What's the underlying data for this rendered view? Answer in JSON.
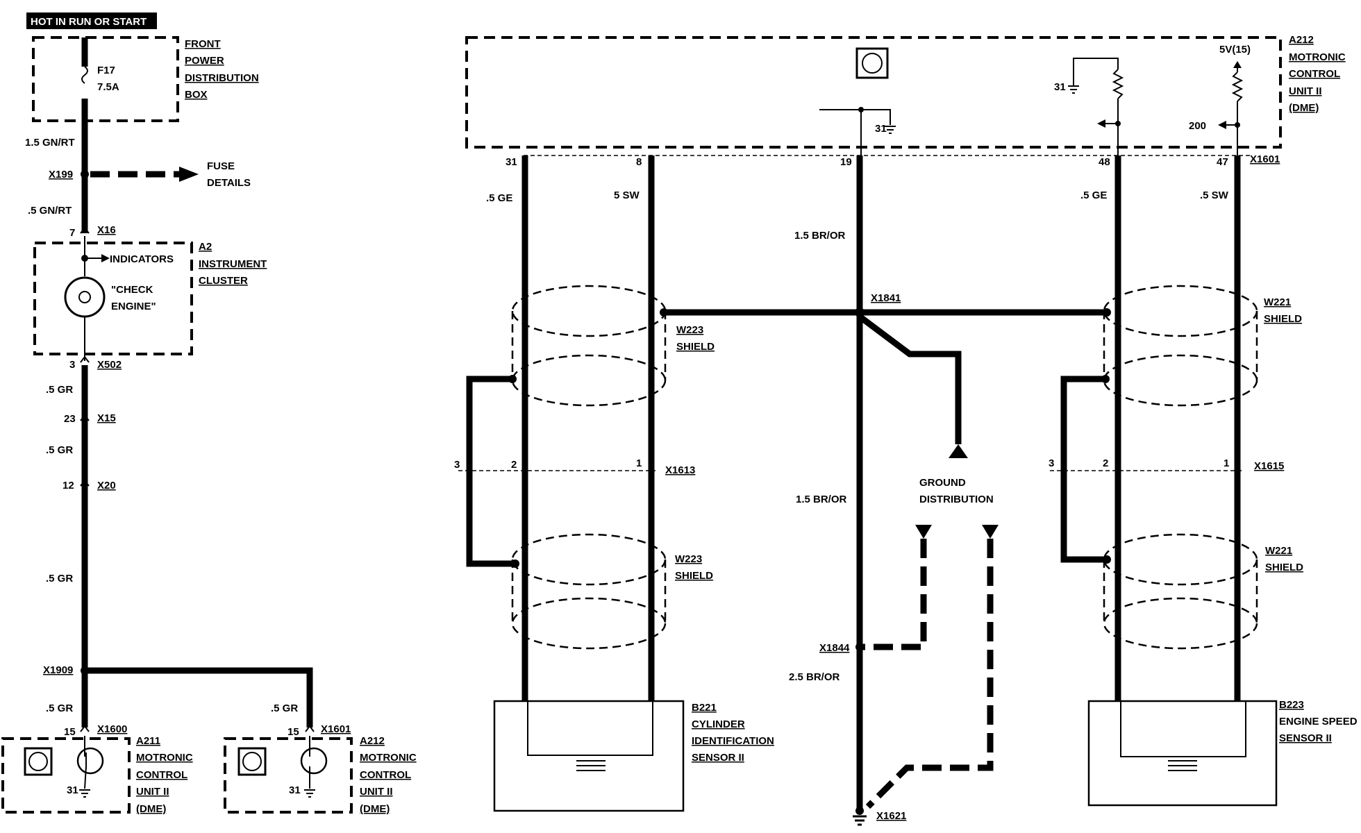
{
  "header": {
    "hot_label": "HOT IN RUN OR START"
  },
  "left": {
    "fpdb_label": [
      "FRONT",
      "POWER",
      "DISTRIBUTION",
      "BOX"
    ],
    "fuse_id": "F17",
    "fuse_rating": "7.5A",
    "wire_1": "1.5 GN/RT",
    "splice_x199": "X199",
    "fuse_details": [
      "FUSE",
      "DETAILS"
    ],
    "wire_2": ".5 GN/RT",
    "pin_7": "7",
    "conn_x16": "X16",
    "a2_label": [
      "A2",
      "INSTRUMENT",
      "CLUSTER"
    ],
    "indicators": "INDICATORS",
    "check_engine": [
      "\"CHECK",
      "ENGINE\""
    ],
    "pin_3": "3",
    "conn_x502": "X502",
    "wire_3": ".5 GR",
    "pin_23": "23",
    "conn_x15": "X15",
    "wire_4": ".5 GR",
    "pin_12": "12",
    "conn_x20": "X20",
    "wire_5": ".5 GR",
    "splice_x1909": "X1909",
    "wire_6": ".5 GR",
    "wire_7": ".5 GR",
    "pin_15a": "15",
    "conn_x1600": "X1600",
    "pin_15b": "15",
    "conn_x1601": "X1601",
    "a211_label": [
      "A211",
      "MOTRONIC",
      "CONTROL",
      "UNIT II",
      "(DME)"
    ],
    "a212_label": [
      "A212",
      "MOTRONIC",
      "CONTROL",
      "UNIT II",
      "(DME)"
    ],
    "gnd_31a": "31",
    "gnd_31b": "31"
  },
  "right": {
    "a212_top_label": [
      "A212",
      "MOTRONIC",
      "CONTROL",
      "UNIT II",
      "(DME)"
    ],
    "v5_label": "5V(15)",
    "gnd_31_res": "31",
    "gnd_31_mid": "31",
    "out_200": "200",
    "pin_31": "31",
    "pin_8": "8",
    "pin_19": "19",
    "pin_48": "48",
    "pin_47": "47",
    "conn_x1601": "X1601",
    "wire_ge_left": ".5 GE",
    "wire_sw_left": "5 SW",
    "wire_br_1": "1.5 BR/OR",
    "wire_ge_right": ".5 GE",
    "wire_sw_right": ".5 SW",
    "splice_x1841": "X1841",
    "w223_shield_1": [
      "W223",
      "SHIELD"
    ],
    "w221_shield_1": [
      "W221",
      "SHIELD"
    ],
    "pin_3l": "3",
    "pin_2l": "2",
    "pin_1l": "1",
    "conn_x1613": "X1613",
    "pin_3r": "3",
    "pin_2r": "2",
    "pin_1r": "1",
    "conn_x1615": "X1615",
    "ground_distribution": [
      "GROUND",
      "DISTRIBUTION"
    ],
    "wire_br_2": "1.5 BR/OR",
    "w223_shield_2": [
      "W223",
      "SHIELD"
    ],
    "w221_shield_2": [
      "W221",
      "SHIELD"
    ],
    "splice_x1844": "X1844",
    "wire_br_3": "2.5 BR/OR",
    "b221_label": [
      "B221",
      "CYLINDER",
      "IDENTIFICATION",
      "SENSOR II"
    ],
    "b223_label": [
      "B223",
      "ENGINE SPEED",
      "SENSOR II"
    ],
    "gnd_x1621": "X1621"
  }
}
